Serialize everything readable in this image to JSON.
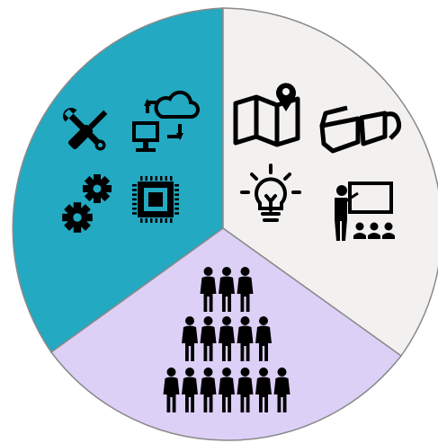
{
  "diagram": {
    "segments": [
      {
        "key": "technology",
        "fill": "#23a9c2",
        "icons": [
          "tools-icon",
          "cloud-sync-computer-icon",
          "gears-icon",
          "cpu-chip-icon"
        ]
      },
      {
        "key": "learning",
        "fill": "#f2f1ef",
        "icons": [
          "map-pin-icon",
          "3d-glasses-icon",
          "lightbulb-icon",
          "teacher-presentation-icon"
        ]
      },
      {
        "key": "people",
        "fill": "#ddd0f7",
        "icons": [
          "people-pyramid-icon"
        ],
        "pyramid_rows": [
          3,
          5,
          7
        ]
      }
    ],
    "outline_color": "#8a8a8a",
    "icon_color": "#000000"
  }
}
